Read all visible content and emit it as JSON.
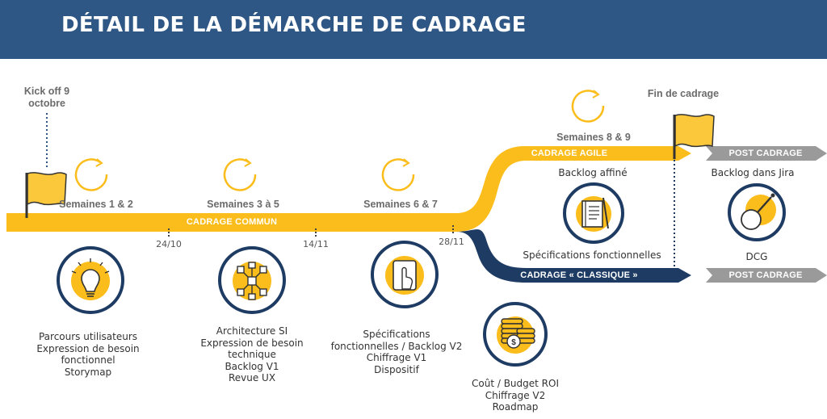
{
  "title": "DÉTAIL DE LA DÉMARCHE DE CADRAGE",
  "milestones": {
    "kickoff": [
      "Kick off 9",
      "octobre"
    ],
    "end": "Fin de cadrage"
  },
  "phases": {
    "p1": "Semaines 1 & 2",
    "p2": "Semaines 3 à 5",
    "p3": "Semaines 6 & 7",
    "p4": "Semaines 8 & 9"
  },
  "dates": {
    "d1": "24/10",
    "d2": "14/11",
    "d3": "28/11"
  },
  "bands": {
    "common": "CADRAGE COMMUN",
    "agile": "CADRAGE AGILE",
    "classic": "CADRAGE « CLASSIQUE »",
    "post_top": "POST CADRAGE",
    "post_bottom": "POST CADRAGE"
  },
  "deliverables": {
    "p1": [
      "Parcours utilisateurs",
      "Expression de besoin",
      "fonctionnel",
      "Storymap"
    ],
    "p2": [
      "Architecture SI",
      "Expression de besoin",
      "technique",
      "Backlog V1",
      "Revue UX"
    ],
    "p3": [
      "Spécifications",
      "fonctionnelles / Backlog V2",
      "Chiffrage V1",
      "Dispositif"
    ],
    "agile": "Backlog affiné",
    "classic_specs": "Spécifications fonctionnelles",
    "classic_cost": [
      "Coût / Budget ROI",
      "Chiffrage V2",
      "Roadmap"
    ],
    "post_top": "Backlog dans Jira",
    "post_bottom": "DCG"
  },
  "icons": [
    "lightbulb-icon",
    "network-nodes-icon",
    "touch-tablet-icon",
    "notebook-icon",
    "coins-icon",
    "magnifier-icon",
    "cycle-icon",
    "flag-icon"
  ],
  "colors": {
    "header": "#2e5786",
    "yellow": "#fbbd1b",
    "navy": "#1d3b63",
    "grey": "#9a9a9a"
  }
}
